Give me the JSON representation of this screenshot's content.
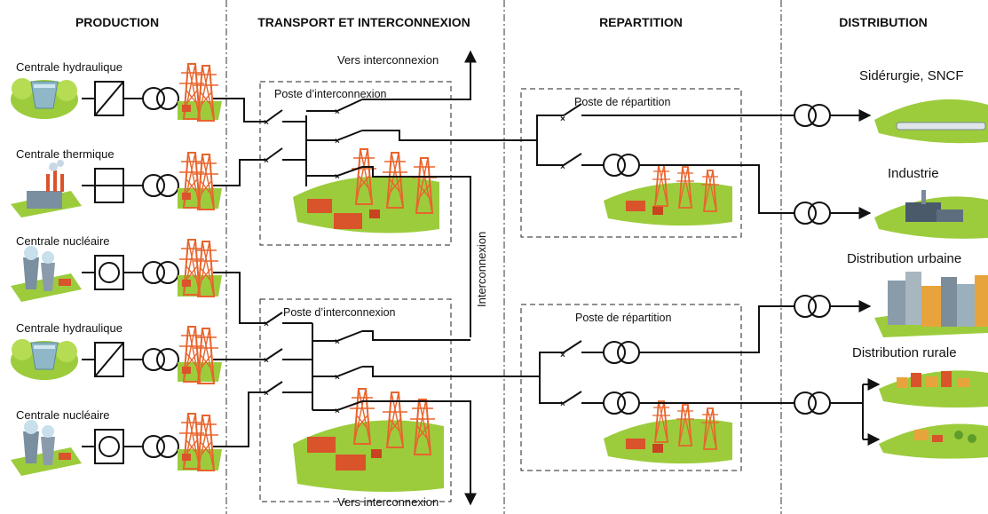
{
  "columns": {
    "production": "PRODUCTION",
    "transport": "TRANSPORT ET INTERCONNEXION",
    "repartition": "REPARTITION",
    "distribution": "DISTRIBUTION"
  },
  "plants": [
    {
      "label": "Centrale hydraulique",
      "symbol": "converter-diagonal"
    },
    {
      "label": "Centrale thermique",
      "symbol": "converter-horizontal"
    },
    {
      "label": "Centrale nucléaire",
      "symbol": "circle"
    },
    {
      "label": "Centrale hydraulique",
      "symbol": "converter-diagonal"
    },
    {
      "label": "Centrale nucléaire",
      "symbol": "circle"
    }
  ],
  "transport": {
    "poste_top": "Poste d’interconnexion",
    "poste_bottom": "Poste d’interconnexion",
    "vers_top": "Vers interconnexion",
    "vers_bottom": "Vers interconnexion",
    "interconnexion": "Interconnexion"
  },
  "repartition": {
    "poste_top": "Poste de répartition",
    "poste_bottom": "Poste de répartition"
  },
  "consumers": [
    {
      "label": "Sidérurgie, SNCF"
    },
    {
      "label": "Industrie"
    },
    {
      "label": "Distribution urbaine"
    },
    {
      "label": "Distribution rurale"
    }
  ],
  "colors": {
    "grass": "#9ccc3c",
    "grass_dark": "#7fb020",
    "pylon": "#e8642c",
    "building": "#d9532b",
    "line": "#111111"
  }
}
